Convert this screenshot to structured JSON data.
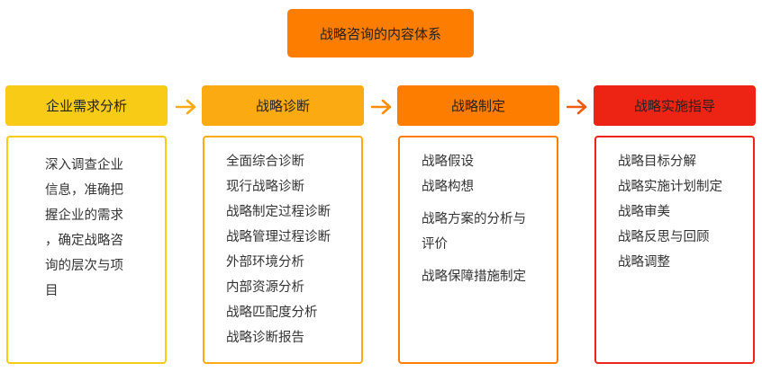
{
  "title": "战略咨询的内容体系",
  "colors": {
    "title_bg": "#fd7d00",
    "stage1": "#f8cb17",
    "stage2": "#fcaa12",
    "stage3": "#fd7d00",
    "stage4": "#ed2413"
  },
  "stages": [
    {
      "label": "企业需求分析",
      "items": [
        "深入调查企业",
        "信息，准确把",
        "握企业的需求",
        "，确定战略咨",
        "询的层次与项",
        "目"
      ]
    },
    {
      "label": "战略诊断",
      "items": [
        "全面综合诊断",
        "现行战略诊断",
        "战略制定过程诊断",
        "战略管理过程诊断",
        "外部环境分析",
        "内部资源分析",
        "战略匹配度分析",
        "战略诊断报告"
      ]
    },
    {
      "label": "战略制定",
      "items": [
        "战略假设",
        "战略构想",
        "战略方案的分析与",
        "评价",
        "战略保障措施制定"
      ]
    },
    {
      "label": "战略实施指导",
      "items": [
        "战略目标分解",
        "战略实施计划制定",
        "战略审美",
        "战略反思与回顾",
        "战略调整"
      ]
    }
  ]
}
